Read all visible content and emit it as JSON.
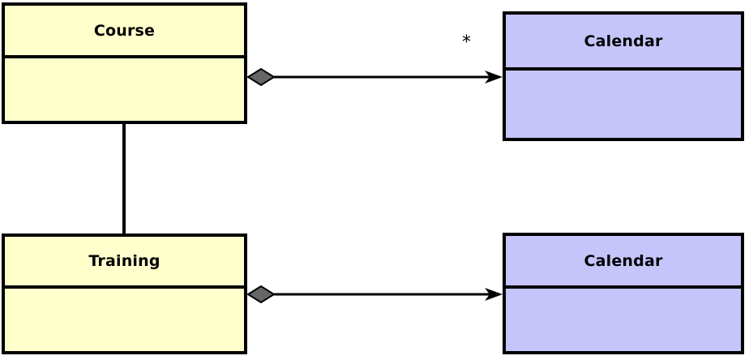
{
  "diagram": {
    "kind": "uml-class-diagram",
    "background_color": "#ffffff",
    "classes": [
      {
        "id": "course",
        "name": "Course",
        "fill_color": "#ffffcc",
        "border_color": "#000000",
        "attributes": [],
        "operations": []
      },
      {
        "id": "training",
        "name": "Training",
        "fill_color": "#ffffcc",
        "border_color": "#000000",
        "attributes": [],
        "operations": []
      },
      {
        "id": "calendar-top",
        "name": "Calendar",
        "fill_color": "#c5c5fb",
        "border_color": "#000000",
        "attributes": [],
        "operations": []
      },
      {
        "id": "calendar-bottom",
        "name": "Calendar",
        "fill_color": "#c5c5fb",
        "border_color": "#000000",
        "attributes": [],
        "operations": []
      }
    ],
    "relationships": [
      {
        "id": "course-calendar",
        "type": "aggregation",
        "from": "Course",
        "to": "Calendar",
        "source_decoration": "filled-diamond",
        "target_decoration": "open-arrow",
        "target_multiplicity": "*",
        "diamond_color": "#666666",
        "line_color": "#000000"
      },
      {
        "id": "training-calendar",
        "type": "aggregation",
        "from": "Training",
        "to": "Calendar",
        "source_decoration": "filled-diamond",
        "target_decoration": "open-arrow",
        "target_multiplicity": "",
        "diamond_color": "#666666",
        "line_color": "#000000"
      },
      {
        "id": "course-training",
        "type": "association",
        "from": "Course",
        "to": "Training",
        "source_decoration": "none",
        "target_decoration": "none",
        "target_multiplicity": "",
        "line_color": "#000000"
      }
    ]
  }
}
